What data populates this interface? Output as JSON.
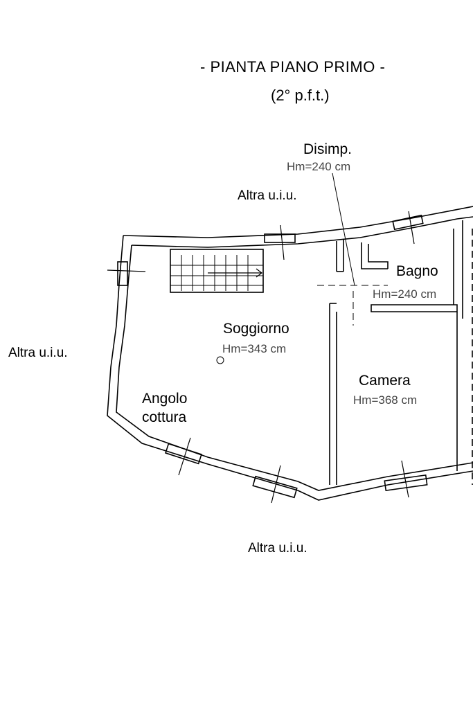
{
  "title": "- PIANTA PIANO PRIMO  -",
  "subtitle": "(2° p.f.t.)",
  "neighbors": {
    "top": "Altra u.i.u.",
    "left": "Altra u.i.u.",
    "bottom": "Altra u.i.u."
  },
  "rooms": [
    {
      "name": "Disimp.",
      "height": "Hm=240 cm"
    },
    {
      "name": "Bagno",
      "height": "Hm=240 cm"
    },
    {
      "name": "Soggiorno",
      "height": "Hm=343 cm"
    },
    {
      "name": "Camera",
      "height": "Hm=368 cm"
    },
    {
      "name": "Angolo",
      "name2": "cottura"
    }
  ],
  "colors": {
    "line": "#000000",
    "text": "#000000",
    "dim_text": "#444444",
    "background": "#ffffff"
  }
}
